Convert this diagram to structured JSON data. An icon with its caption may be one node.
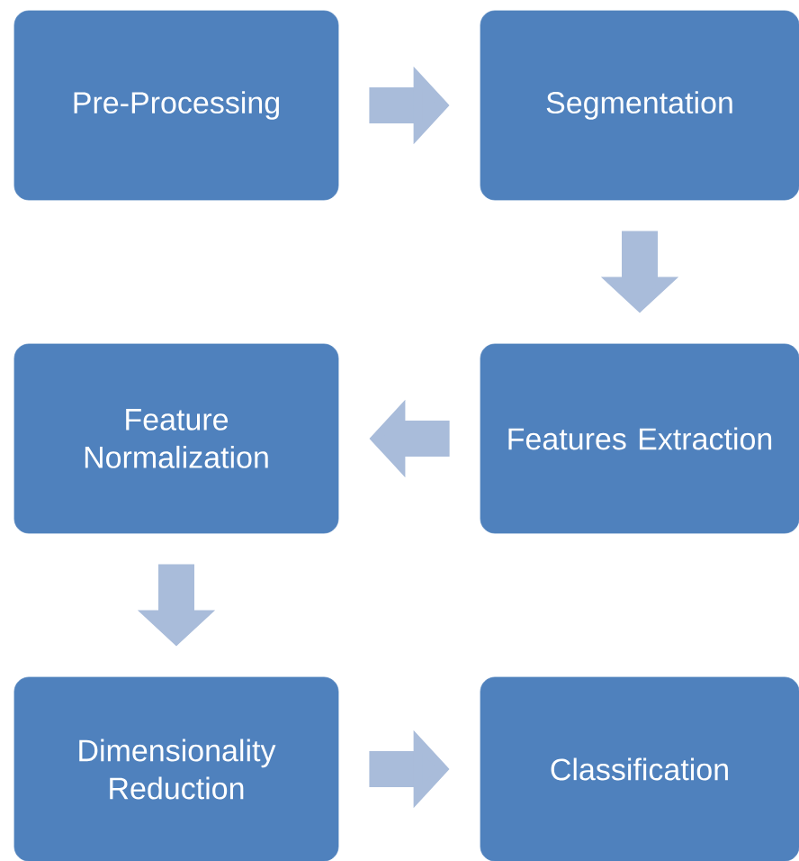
{
  "diagram": {
    "nodes": [
      {
        "text": [
          "Pre-Processing"
        ]
      },
      {
        "text": [
          "Segmentation"
        ]
      },
      {
        "text": [
          "Features Extraction"
        ]
      },
      {
        "text": [
          "Feature Normalization"
        ]
      },
      {
        "text": [
          "Dimensionality Reduction"
        ]
      },
      {
        "text": [
          "Classification"
        ]
      }
    ],
    "edges": [
      {
        "from": 0,
        "to": 1,
        "arrow": "to"
      },
      {
        "from": 1,
        "to": 2,
        "arrow": "to"
      },
      {
        "from": 2,
        "to": 3,
        "arrow": "to"
      },
      {
        "from": 3,
        "to": 4,
        "arrow": "to"
      },
      {
        "from": 4,
        "to": 5,
        "arrow": "to"
      }
    ]
  }
}
